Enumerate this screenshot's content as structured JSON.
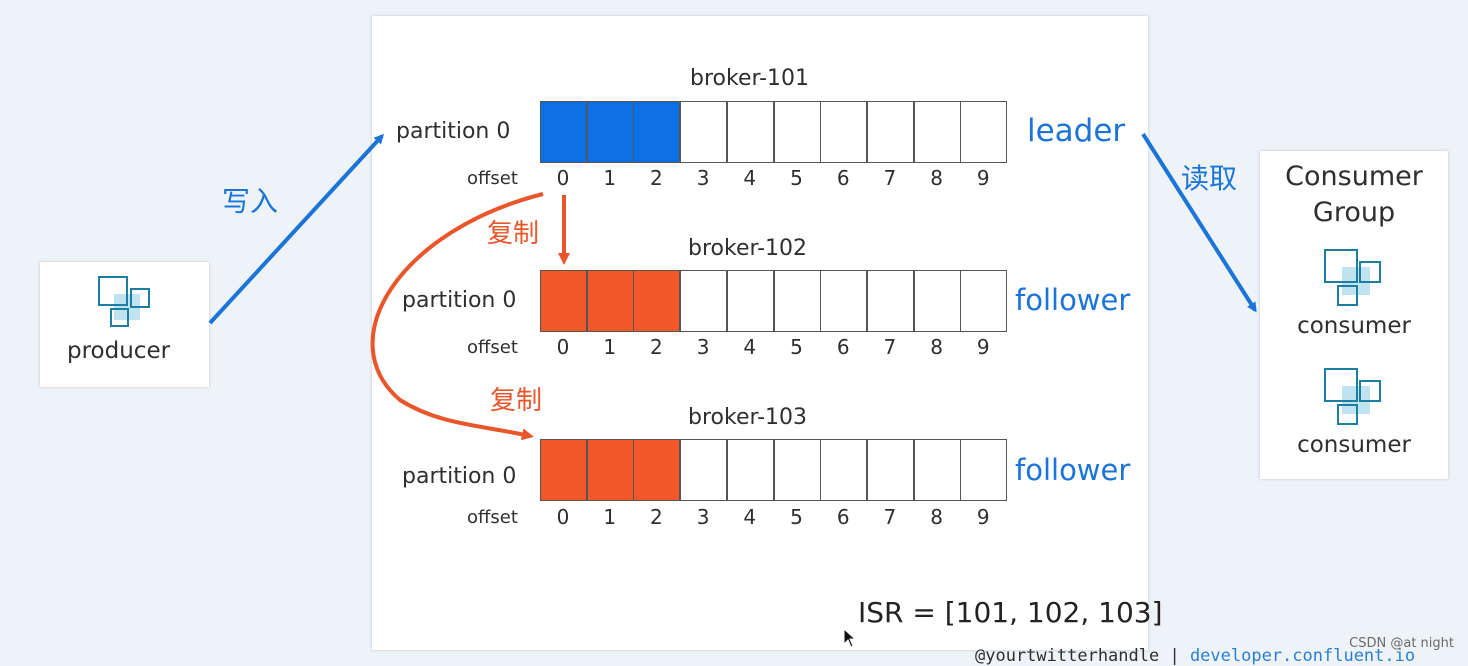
{
  "producer": {
    "label": "producer",
    "write_label": "写入"
  },
  "consumer_group": {
    "title_line1": "Consumer",
    "title_line2": "Group",
    "consumers": [
      "consumer",
      "consumer"
    ],
    "read_label": "读取"
  },
  "replicate_label": "复制",
  "brokers": [
    {
      "name": "broker-101",
      "partition": "partition 0",
      "offset_label": "offset",
      "role": "leader",
      "filled": 3,
      "fill_color": "#0d6fe6"
    },
    {
      "name": "broker-102",
      "partition": "partition 0",
      "offset_label": "offset",
      "role": "follower",
      "filled": 3,
      "fill_color": "#f2572a"
    },
    {
      "name": "broker-103",
      "partition": "partition 0",
      "offset_label": "offset",
      "role": "follower",
      "filled": 3,
      "fill_color": "#f2572a"
    }
  ],
  "offsets": [
    "0",
    "1",
    "2",
    "3",
    "4",
    "5",
    "6",
    "7",
    "8",
    "9"
  ],
  "isr": "ISR = [101, 102, 103]",
  "footer": {
    "handle": "@yourtwitterhandle | ",
    "site": "developer.confluent.io"
  },
  "watermark": "CSDN @at night",
  "colors": {
    "blue": "#1b74d8",
    "orange": "#e8562a",
    "icon": "#1c7fa1",
    "icon_fill": "#bfe3f0"
  }
}
